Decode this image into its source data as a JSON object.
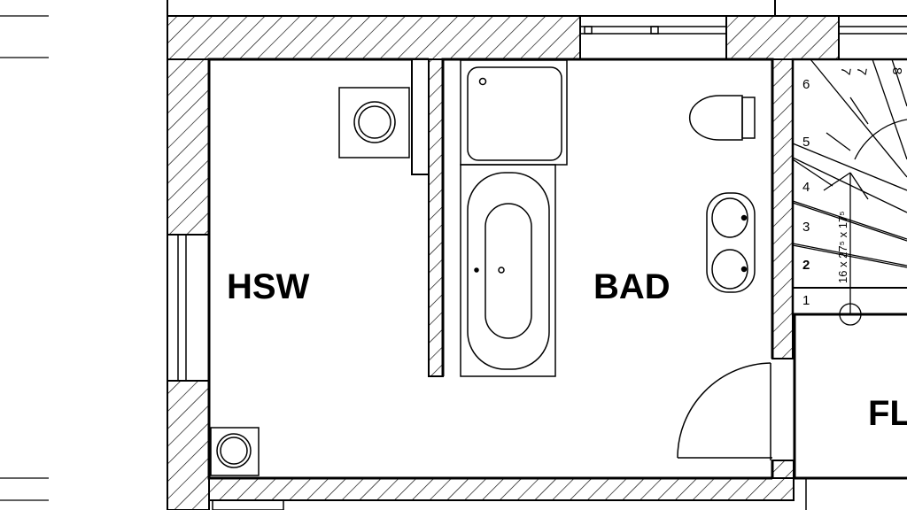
{
  "plan": {
    "rooms": {
      "hsw": "HSW",
      "bad": "BAD",
      "flur": "FL"
    },
    "stair": {
      "steps": [
        "1",
        "2",
        "3",
        "4",
        "5",
        "6",
        "7",
        "7",
        "8"
      ],
      "dimension": "16 x 27⁵ x 17⁵"
    }
  },
  "colors": {
    "line": "#000000",
    "background": "#ffffff"
  }
}
